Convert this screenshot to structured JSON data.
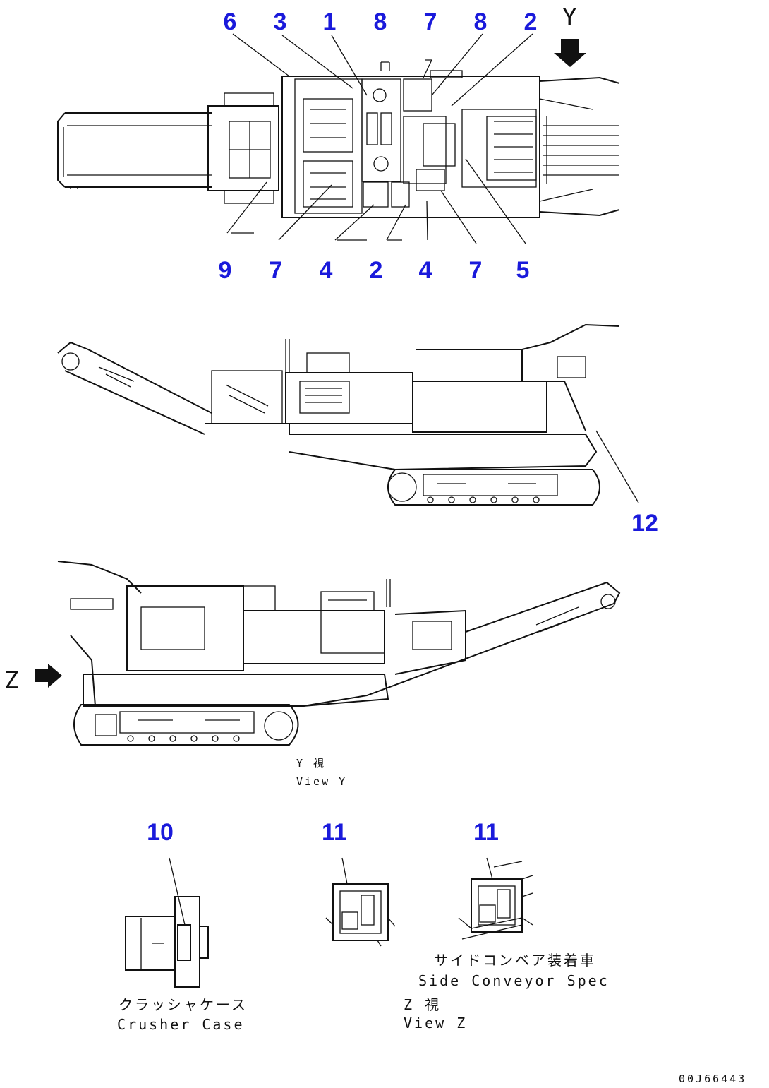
{
  "callouts_top": {
    "top_row": [
      "6",
      "3",
      "1",
      "8",
      "7",
      "8",
      "2"
    ],
    "bottom_row": [
      "9",
      "7",
      "4",
      "2",
      "4",
      "7",
      "5"
    ]
  },
  "callouts_side": {
    "right_side": "12"
  },
  "callouts_detail": {
    "crusher_case": "10",
    "view_z": "11",
    "side_conveyor": "11"
  },
  "view_markers": {
    "y": "Y",
    "z": "Z"
  },
  "captions": {
    "view_y_jp": "Y 視",
    "view_y_en": "View Y",
    "crusher_case_jp": "クラッシャケース",
    "crusher_case_en": "Crusher Case",
    "view_z_jp": "Z 視",
    "view_z_en": "View Z",
    "side_conveyor_jp": "サイドコンベア装着車",
    "side_conveyor_en": "Side Conveyor Spec"
  },
  "part_code": "00J66443",
  "colors": {
    "callout": "#1a1adb",
    "line": "#111111",
    "background": "#ffffff"
  }
}
